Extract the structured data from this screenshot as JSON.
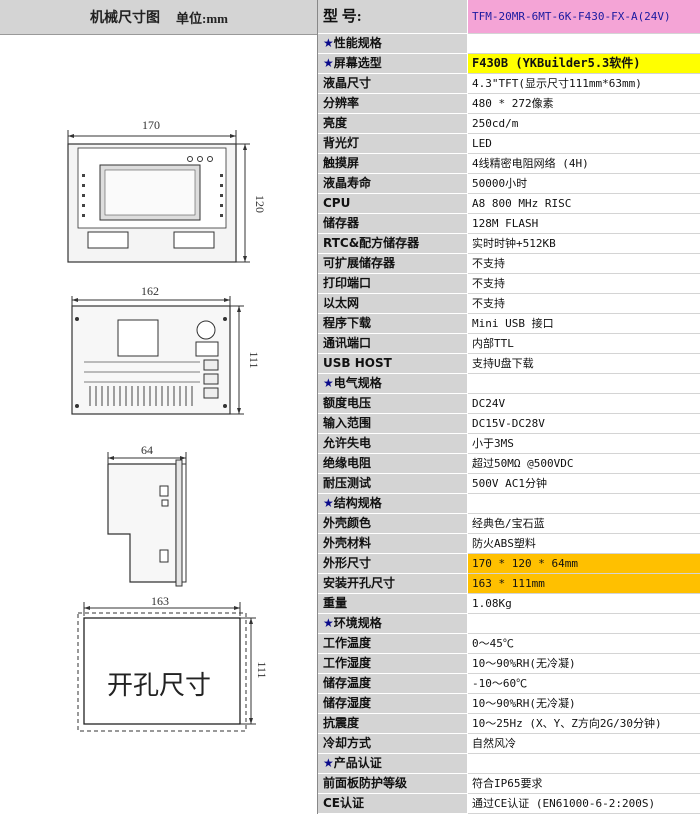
{
  "left": {
    "title": "机械尺寸图",
    "unit": "单位:mm",
    "front_width": "170",
    "front_height": "120",
    "back_width": "162",
    "back_height": "111",
    "side_depth": "64",
    "cutout_width": "163",
    "cutout_height": "111",
    "cutout_label": "开孔尺寸"
  },
  "header": {
    "key": "型    号:",
    "value": "TFM-20MR-6MT-6K-F430-FX-A(24V)"
  },
  "rows": [
    {
      "k": "★性能规格",
      "v": "",
      "section": true
    },
    {
      "k": "★屏幕选型",
      "v": "F430B  (YKBuilder5.3软件)",
      "style": "yellow",
      "section": true
    },
    {
      "k": "液晶尺寸",
      "v": "4.3\"TFT(显示尺寸111mm*63mm)"
    },
    {
      "k": "分辨率",
      "v": "480 * 272像素"
    },
    {
      "k": "亮度",
      "v": "250cd/m"
    },
    {
      "k": "背光灯",
      "v": "LED"
    },
    {
      "k": "触摸屏",
      "v": "4线精密电阻网络 (4H)"
    },
    {
      "k": "液晶寿命",
      "v": "50000小时"
    },
    {
      "k": "CPU",
      "v": "A8 800 MHz RISC"
    },
    {
      "k": "储存器",
      "v": "128M FLASH"
    },
    {
      "k": "RTC&配方储存器",
      "v": "实时时钟+512KB"
    },
    {
      "k": "可扩展储存器",
      "v": "不支持"
    },
    {
      "k": "打印端口",
      "v": "不支持"
    },
    {
      "k": "以太网",
      "v": "不支持"
    },
    {
      "k": "程序下载",
      "v": "Mini USB 接口"
    },
    {
      "k": "通讯端口",
      "v": "内部TTL"
    },
    {
      "k": "USB HOST",
      "v": "支持U盘下载"
    },
    {
      "k": "★电气规格",
      "v": "",
      "section": true
    },
    {
      "k": "额度电压",
      "v": "DC24V"
    },
    {
      "k": "输入范围",
      "v": "DC15V-DC28V"
    },
    {
      "k": "允许失电",
      "v": "小于3MS"
    },
    {
      "k": "绝缘电阻",
      "v": "超过50MΩ  @500VDC"
    },
    {
      "k": "耐压测试",
      "v": "500V AC1分钟"
    },
    {
      "k": "★结构规格",
      "v": "",
      "section": true
    },
    {
      "k": "外壳颜色",
      "v": "经典色/宝石蓝"
    },
    {
      "k": "外壳材料",
      "v": "防火ABS塑料"
    },
    {
      "k": "外形尺寸",
      "v": "170 * 120 * 64mm",
      "style": "orange"
    },
    {
      "k": "安装开孔尺寸",
      "v": "163 * 111mm",
      "style": "orange"
    },
    {
      "k": "重量",
      "v": "1.08Kg"
    },
    {
      "k": "★环境规格",
      "v": "",
      "section": true
    },
    {
      "k": "工作温度",
      "v": "0～45℃"
    },
    {
      "k": "工作湿度",
      "v": "10～90%RH(无冷凝)"
    },
    {
      "k": "储存温度",
      "v": "-10～60℃"
    },
    {
      "k": "储存湿度",
      "v": "10～90%RH(无冷凝)"
    },
    {
      "k": "抗震度",
      "v": "10～25Hz (X、Y、Z方向2G/30分钟)"
    },
    {
      "k": "冷却方式",
      "v": "自然风冷"
    },
    {
      "k": "★产品认证",
      "v": "",
      "section": true
    },
    {
      "k": "前面板防护等级",
      "v": "符合IP65要求"
    },
    {
      "k": "CE认证",
      "v": "通过CE认证 (EN61000-6-2:200S)"
    }
  ]
}
